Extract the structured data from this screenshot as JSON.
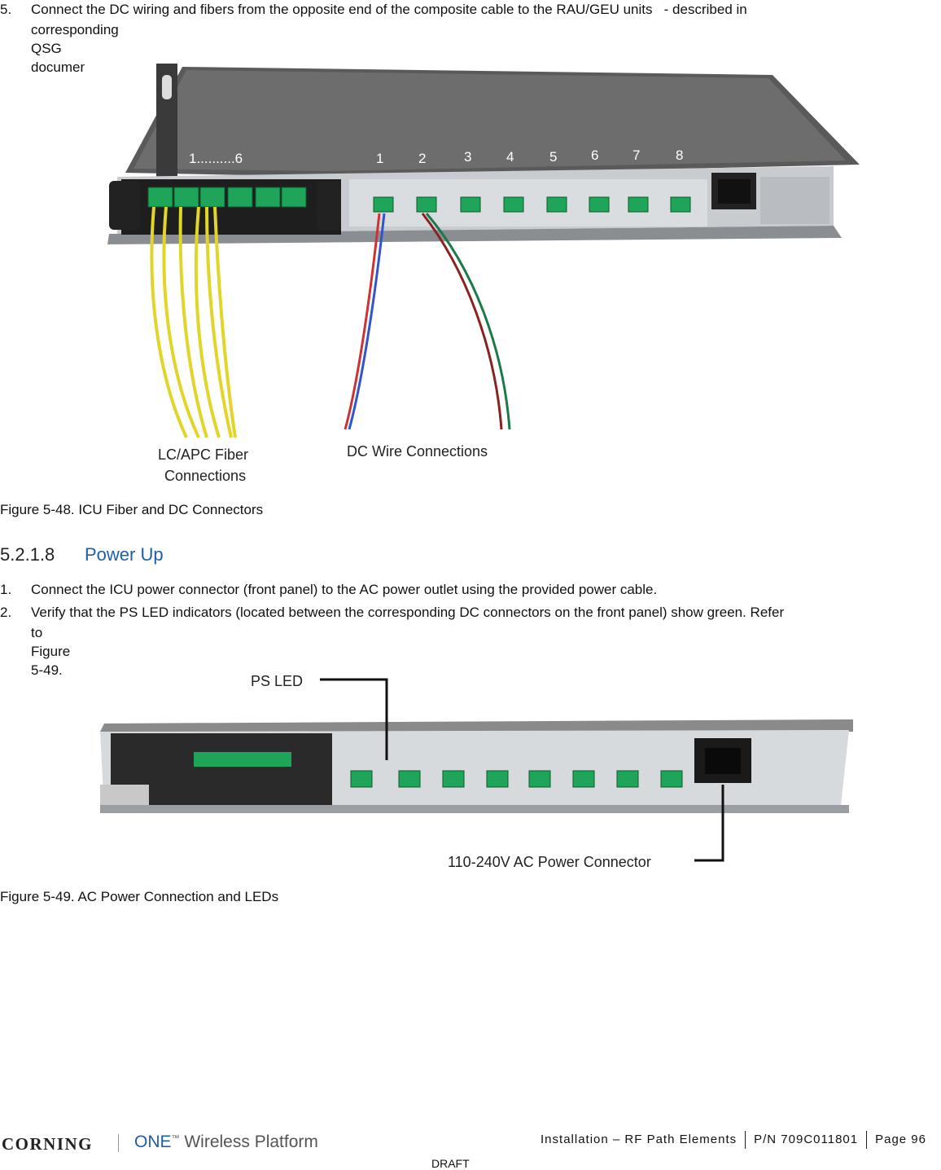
{
  "steps_top": [
    {
      "num": "5.",
      "text": "Connect the DC wiring and fibers from the opposite end of the composite cable to the RAU/GEU units   - described in",
      "text2": "corresponding QSG documents."
    }
  ],
  "figure1": {
    "caption": "Figure 5-48. ICU Fiber and DC Connectors",
    "label_range": "1..........6",
    "port_numbers": [
      "1",
      "2",
      "3",
      "4",
      "5",
      "6",
      "7",
      "8"
    ],
    "label_fiber_1": "LC/APC Fiber",
    "label_fiber_2": "Connections",
    "label_dc": "DC Wire Connections"
  },
  "section": {
    "number": "5.2.1.8",
    "title": "Power Up"
  },
  "steps": [
    {
      "num": "1.",
      "text": "Connect the ICU power connector (front panel) to the AC power outlet using the provided power cable."
    },
    {
      "num": "2.",
      "text": "Verify that the PS LED indicators (located between the corresponding DC connectors on the front panel) show green. Refer",
      "text2": "to Figure 5-49."
    }
  ],
  "figure2": {
    "caption": "Figure 5-49. AC Power Connection and LEDs",
    "label_led": "PS LED",
    "label_ac": "110-240V AC Power Connector"
  },
  "footer": {
    "brand": "CORNING",
    "product_one": "ONE",
    "product_tm": "™",
    "product_rest": " Wireless Platform",
    "doc": "Installation – RF Path Elements",
    "pn": "P/N 709C011801",
    "page": "Page 96",
    "draft": "DRAFT"
  }
}
